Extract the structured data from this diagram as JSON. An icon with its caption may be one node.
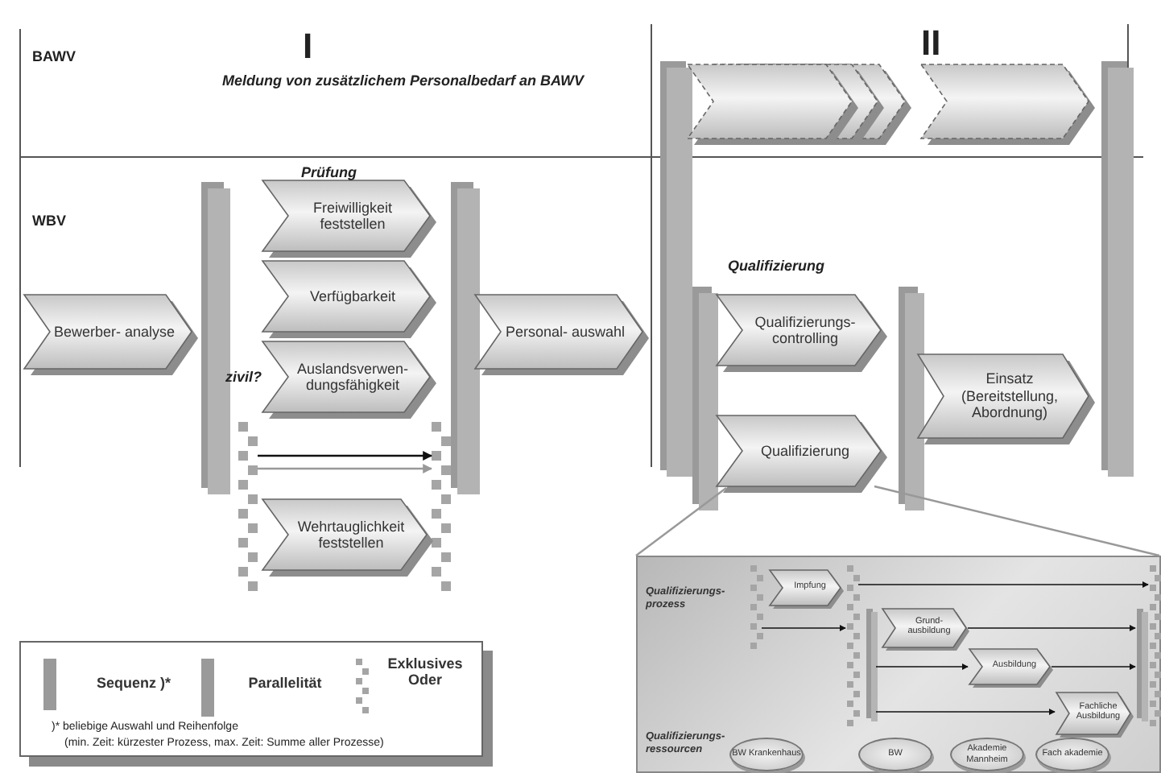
{
  "diagram": {
    "nodes": [
      {
        "text": [],
        "shape": "chevron"
      },
      {
        "text": [],
        "shape": "chevron"
      },
      {
        "text": [],
        "shape": "chevron"
      },
      {
        "text": [],
        "shape": "chevron"
      },
      {
        "text": [
          "Bewerber- analyse"
        ]
      },
      {
        "text": [
          "Freiwilligkeit feststellen"
        ]
      },
      {
        "text": [
          "Verfügbarkeit"
        ]
      },
      {
        "text": [
          "Auslandsverwen- dungsfähigkeit"
        ]
      },
      {
        "text": [],
        "shape": "bar"
      },
      {
        "text": [],
        "shape": "bar"
      },
      {
        "text": [
          "Wehrtauglichkeit feststellen"
        ]
      },
      {
        "text": [
          "Personal- auswahl"
        ]
      },
      {
        "text": [
          "Qualifizierungs- controlling"
        ]
      },
      {
        "text": [
          "Qualifizierung"
        ]
      },
      {
        "text": [
          "Einsatz (Bereitstellung, Abordnung)"
        ]
      },
      {
        "text": [
          "Qualifizierungs- prozess",
          "Qualifizierungs- ressourcen"
        ]
      },
      {
        "text": [],
        "shape": "bar",
        "in": 15
      },
      {
        "text": [
          "Impfung"
        ],
        "in": 15
      },
      {
        "text": [],
        "shape": "bar",
        "in": 15
      },
      {
        "text": [],
        "shape": "bar",
        "in": 15
      },
      {
        "text": [
          "Grund- ausbildung"
        ],
        "in": 15
      },
      {
        "text": [
          "Ausbildung"
        ],
        "in": 15
      },
      {
        "text": [
          "Fachliche Ausbildung"
        ],
        "in": 15
      },
      {
        "text": [],
        "shape": "bar",
        "in": 15
      },
      {
        "text": [],
        "shape": "bar",
        "in": 15
      },
      {
        "text": [
          "BW Krankenhaus"
        ],
        "in": 15
      },
      {
        "text": [
          "BW"
        ],
        "in": 15
      },
      {
        "text": [
          "Akademie Mannheim"
        ],
        "in": 15
      },
      {
        "text": [
          "Fach akademie"
        ],
        "in": 15
      }
    ],
    "edges": [
      {
        "from": 8,
        "to": 9,
        "arrow": "to"
      },
      {
        "from": 8,
        "to": 9,
        "arrow": "to",
        "color": "#999999"
      },
      {
        "from": 13,
        "to": 15,
        "arrow": "none",
        "color": "#999999"
      },
      {
        "from": 13,
        "to": 15,
        "arrow": "none",
        "color": "#999999"
      },
      {
        "from": 16,
        "to": 18,
        "arrow": "to"
      },
      {
        "from": 18,
        "to": 24,
        "arrow": "to"
      },
      {
        "from": 20,
        "to": 23,
        "arrow": "to"
      },
      {
        "from": 19,
        "to": 21,
        "arrow": "to"
      },
      {
        "from": 21,
        "to": 23,
        "arrow": "to"
      },
      {
        "from": 19,
        "to": 22,
        "arrow": "to"
      }
    ],
    "labels": [
      "BAWV",
      "I",
      "II",
      "Meldung von zusätzlichem Personalbedarf an BAWV",
      "WBV",
      "Prüfung",
      "zivil?",
      "Qualifizierung",
      ")* beliebige Auswahl und Reihenfolge",
      "(min. Zeit: kürzester Prozess, max. Zeit: Summe aller Prozesse)"
    ],
    "legend": [
      {
        "text": "Sequenz )*"
      },
      {
        "text": "Parallelität"
      },
      {
        "text": "Exklusives Oder"
      }
    ]
  }
}
